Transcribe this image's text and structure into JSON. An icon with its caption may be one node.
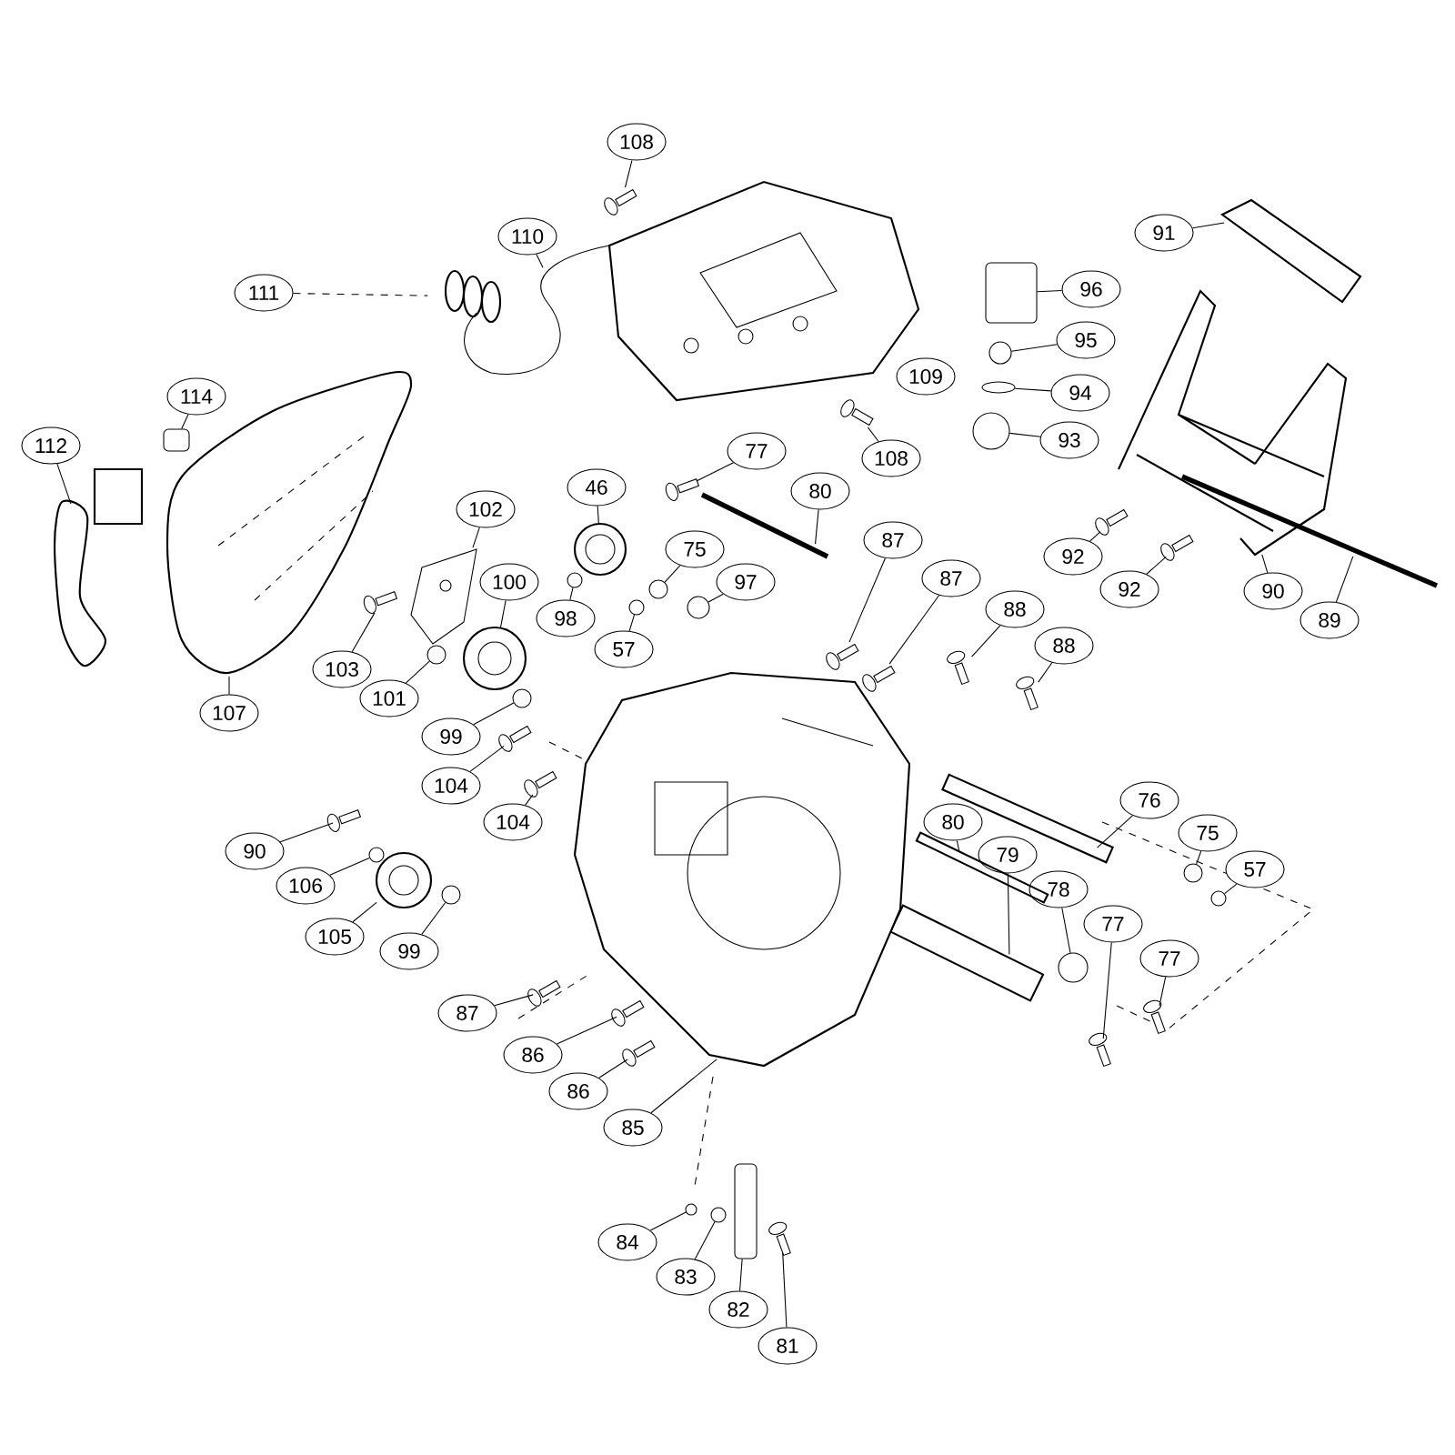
{
  "diagram": {
    "nodes": [
      {
        "text": [
          "108"
        ]
      },
      {
        "text": [
          "110"
        ]
      },
      {
        "text": [
          "111"
        ]
      },
      {
        "text": [
          "112"
        ]
      },
      {
        "text": [
          "114"
        ]
      },
      {
        "text": [
          "102"
        ]
      },
      {
        "text": [
          "46"
        ]
      },
      {
        "text": [
          "77"
        ]
      },
      {
        "text": [
          "80"
        ]
      },
      {
        "text": [
          "75"
        ]
      },
      {
        "text": [
          "97"
        ]
      },
      {
        "text": [
          "100"
        ]
      },
      {
        "text": [
          "98"
        ]
      },
      {
        "text": [
          "57"
        ]
      },
      {
        "text": [
          "103"
        ]
      },
      {
        "text": [
          "101"
        ]
      },
      {
        "text": [
          "99"
        ]
      },
      {
        "text": [
          "107"
        ]
      },
      {
        "text": [
          "87"
        ]
      },
      {
        "text": [
          "87"
        ]
      },
      {
        "text": [
          "88"
        ]
      },
      {
        "text": [
          "88"
        ]
      },
      {
        "text": [
          "96"
        ]
      },
      {
        "text": [
          "95"
        ]
      },
      {
        "text": [
          "94"
        ]
      },
      {
        "text": [
          "93"
        ]
      },
      {
        "text": [
          "109"
        ]
      },
      {
        "text": [
          "108"
        ]
      },
      {
        "text": [
          "91"
        ]
      },
      {
        "text": [
          "92"
        ]
      },
      {
        "text": [
          "92"
        ]
      },
      {
        "text": [
          "90"
        ]
      },
      {
        "text": [
          "89"
        ]
      },
      {
        "text": [
          "104"
        ]
      },
      {
        "text": [
          "104"
        ]
      },
      {
        "text": [
          "90"
        ]
      },
      {
        "text": [
          "106"
        ]
      },
      {
        "text": [
          "105"
        ]
      },
      {
        "text": [
          "99"
        ]
      },
      {
        "text": [
          "76"
        ]
      },
      {
        "text": [
          "75"
        ]
      },
      {
        "text": [
          "57"
        ]
      },
      {
        "text": [
          "80"
        ]
      },
      {
        "text": [
          "79"
        ]
      },
      {
        "text": [
          "78"
        ]
      },
      {
        "text": [
          "77"
        ]
      },
      {
        "text": [
          "77"
        ]
      },
      {
        "text": [
          "87"
        ]
      },
      {
        "text": [
          "86"
        ]
      },
      {
        "text": [
          "86"
        ]
      },
      {
        "text": [
          "85"
        ]
      },
      {
        "text": [
          "84"
        ]
      },
      {
        "text": [
          "83"
        ]
      },
      {
        "text": [
          "82"
        ]
      },
      {
        "text": [
          "81"
        ]
      },
      {
        "text": [],
        "shape": "picture"
      },
      {
        "text": [],
        "shape": "picture"
      },
      {
        "text": [],
        "shape": "picture"
      },
      {
        "text": [],
        "shape": "picture"
      },
      {
        "text": [],
        "shape": "box"
      },
      {
        "text": [],
        "shape": "picture"
      },
      {
        "text": [],
        "shape": "picture"
      },
      {
        "text": [],
        "shape": "picture"
      },
      {
        "text": [],
        "shape": "picture"
      },
      {
        "text": [],
        "shape": "circle"
      },
      {
        "text": [],
        "shape": "circle"
      },
      {
        "text": [],
        "shape": "picture"
      },
      {
        "text": [],
        "shape": "circle"
      },
      {
        "text": [],
        "shape": "circle"
      },
      {
        "text": [],
        "shape": "picture"
      },
      {
        "text": [],
        "shape": "circle"
      },
      {
        "text": [],
        "shape": "circle"
      },
      {
        "text": [],
        "shape": "picture"
      },
      {
        "text": [],
        "shape": "picture"
      },
      {
        "text": [],
        "shape": "picture"
      },
      {
        "text": [],
        "shape": "picture"
      },
      {
        "text": [],
        "shape": "picture"
      },
      {
        "text": [],
        "shape": "box"
      },
      {
        "text": [],
        "shape": "circle"
      },
      {
        "text": [],
        "shape": "circle"
      },
      {
        "text": [],
        "shape": "circle"
      },
      {
        "text": [],
        "shape": "picture"
      },
      {
        "text": [],
        "shape": "picture"
      },
      {
        "text": [],
        "shape": "picture"
      },
      {
        "text": [],
        "shape": "picture"
      },
      {
        "text": [],
        "shape": "picture"
      },
      {
        "text": [],
        "shape": "picture"
      },
      {
        "text": [],
        "shape": "picture"
      },
      {
        "text": [],
        "shape": "picture"
      },
      {
        "text": [],
        "shape": "picture"
      },
      {
        "text": [],
        "shape": "circle"
      },
      {
        "text": [],
        "shape": "picture"
      },
      {
        "text": [],
        "shape": "circle"
      },
      {
        "text": [],
        "shape": "bar"
      },
      {
        "text": [],
        "shape": "circle"
      },
      {
        "text": [],
        "shape": "circle"
      },
      {
        "text": [],
        "shape": "bar"
      },
      {
        "text": [],
        "shape": "bar"
      },
      {
        "text": [],
        "shape": "circle"
      },
      {
        "text": [],
        "shape": "picture"
      },
      {
        "text": [],
        "shape": "picture"
      },
      {
        "text": [],
        "shape": "picture"
      },
      {
        "text": [],
        "shape": "picture"
      },
      {
        "text": [],
        "shape": "picture"
      },
      {
        "text": [],
        "shape": "picture"
      },
      {
        "text": [],
        "shape": "circle"
      },
      {
        "text": [],
        "shape": "circle"
      },
      {
        "text": [],
        "shape": "box"
      },
      {
        "text": [],
        "shape": "picture"
      },
      {
        "text": [],
        "shape": "picture"
      }
    ],
    "edges": [
      {
        "from": 0,
        "to": 55,
        "arrow": "none"
      },
      {
        "from": 1,
        "to": 56,
        "arrow": "none"
      },
      {
        "from": 2,
        "to": 57,
        "arrow": "none",
        "style": "dashed"
      },
      {
        "from": 3,
        "to": 58,
        "arrow": "none"
      },
      {
        "from": 4,
        "to": 59,
        "arrow": "none"
      },
      {
        "from": 5,
        "to": 60,
        "arrow": "none"
      },
      {
        "from": 6,
        "to": 61,
        "arrow": "none"
      },
      {
        "from": 7,
        "to": 62,
        "arrow": "none"
      },
      {
        "from": 8,
        "to": 63,
        "arrow": "none"
      },
      {
        "from": 9,
        "to": 64,
        "arrow": "none"
      },
      {
        "from": 10,
        "to": 65,
        "arrow": "none"
      },
      {
        "from": 11,
        "to": 66,
        "arrow": "none"
      },
      {
        "from": 12,
        "to": 67,
        "arrow": "none"
      },
      {
        "from": 13,
        "to": 68,
        "arrow": "none"
      },
      {
        "from": 14,
        "to": 69,
        "arrow": "none"
      },
      {
        "from": 15,
        "to": 70,
        "arrow": "none"
      },
      {
        "from": 16,
        "to": 71,
        "arrow": "none"
      },
      {
        "from": 17,
        "to": 72,
        "arrow": "none"
      },
      {
        "from": 18,
        "to": 73,
        "arrow": "none"
      },
      {
        "from": 19,
        "to": 74,
        "arrow": "none"
      },
      {
        "from": 20,
        "to": 75,
        "arrow": "none"
      },
      {
        "from": 21,
        "to": 76,
        "arrow": "none"
      },
      {
        "from": 22,
        "to": 77,
        "arrow": "none"
      },
      {
        "from": 23,
        "to": 78,
        "arrow": "none"
      },
      {
        "from": 24,
        "to": 79,
        "arrow": "none"
      },
      {
        "from": 25,
        "to": 80,
        "arrow": "none"
      },
      {
        "from": 27,
        "to": 81,
        "arrow": "none"
      },
      {
        "from": 28,
        "to": 82,
        "arrow": "none"
      },
      {
        "from": 29,
        "to": 83,
        "arrow": "none"
      },
      {
        "from": 30,
        "to": 84,
        "arrow": "none"
      },
      {
        "from": 31,
        "to": 85,
        "arrow": "none"
      },
      {
        "from": 32,
        "to": 86,
        "arrow": "none"
      },
      {
        "from": 33,
        "to": 87,
        "arrow": "none"
      },
      {
        "from": 34,
        "to": 88,
        "arrow": "none"
      },
      {
        "from": 35,
        "to": 89,
        "arrow": "none"
      },
      {
        "from": 36,
        "to": 90,
        "arrow": "none"
      },
      {
        "from": 37,
        "to": 91,
        "arrow": "none"
      },
      {
        "from": 38,
        "to": 92,
        "arrow": "none"
      },
      {
        "from": 39,
        "to": 93,
        "arrow": "none"
      },
      {
        "from": 40,
        "to": 94,
        "arrow": "none"
      },
      {
        "from": 41,
        "to": 95,
        "arrow": "none"
      },
      {
        "from": 42,
        "to": 96,
        "arrow": "none"
      },
      {
        "from": 43,
        "to": 97,
        "arrow": "none"
      },
      {
        "from": 44,
        "to": 98,
        "arrow": "none"
      },
      {
        "from": 45,
        "to": 99,
        "arrow": "none"
      },
      {
        "from": 46,
        "to": 100,
        "arrow": "none"
      },
      {
        "from": 47,
        "to": 101,
        "arrow": "none"
      },
      {
        "from": 48,
        "to": 102,
        "arrow": "none"
      },
      {
        "from": 49,
        "to": 103,
        "arrow": "none"
      },
      {
        "from": 50,
        "to": 104,
        "arrow": "none"
      },
      {
        "from": 51,
        "to": 105,
        "arrow": "none"
      },
      {
        "from": 52,
        "to": 106,
        "arrow": "none"
      },
      {
        "from": 53,
        "to": 107,
        "arrow": "none"
      },
      {
        "from": 54,
        "to": 108,
        "arrow": "none"
      }
    ]
  }
}
